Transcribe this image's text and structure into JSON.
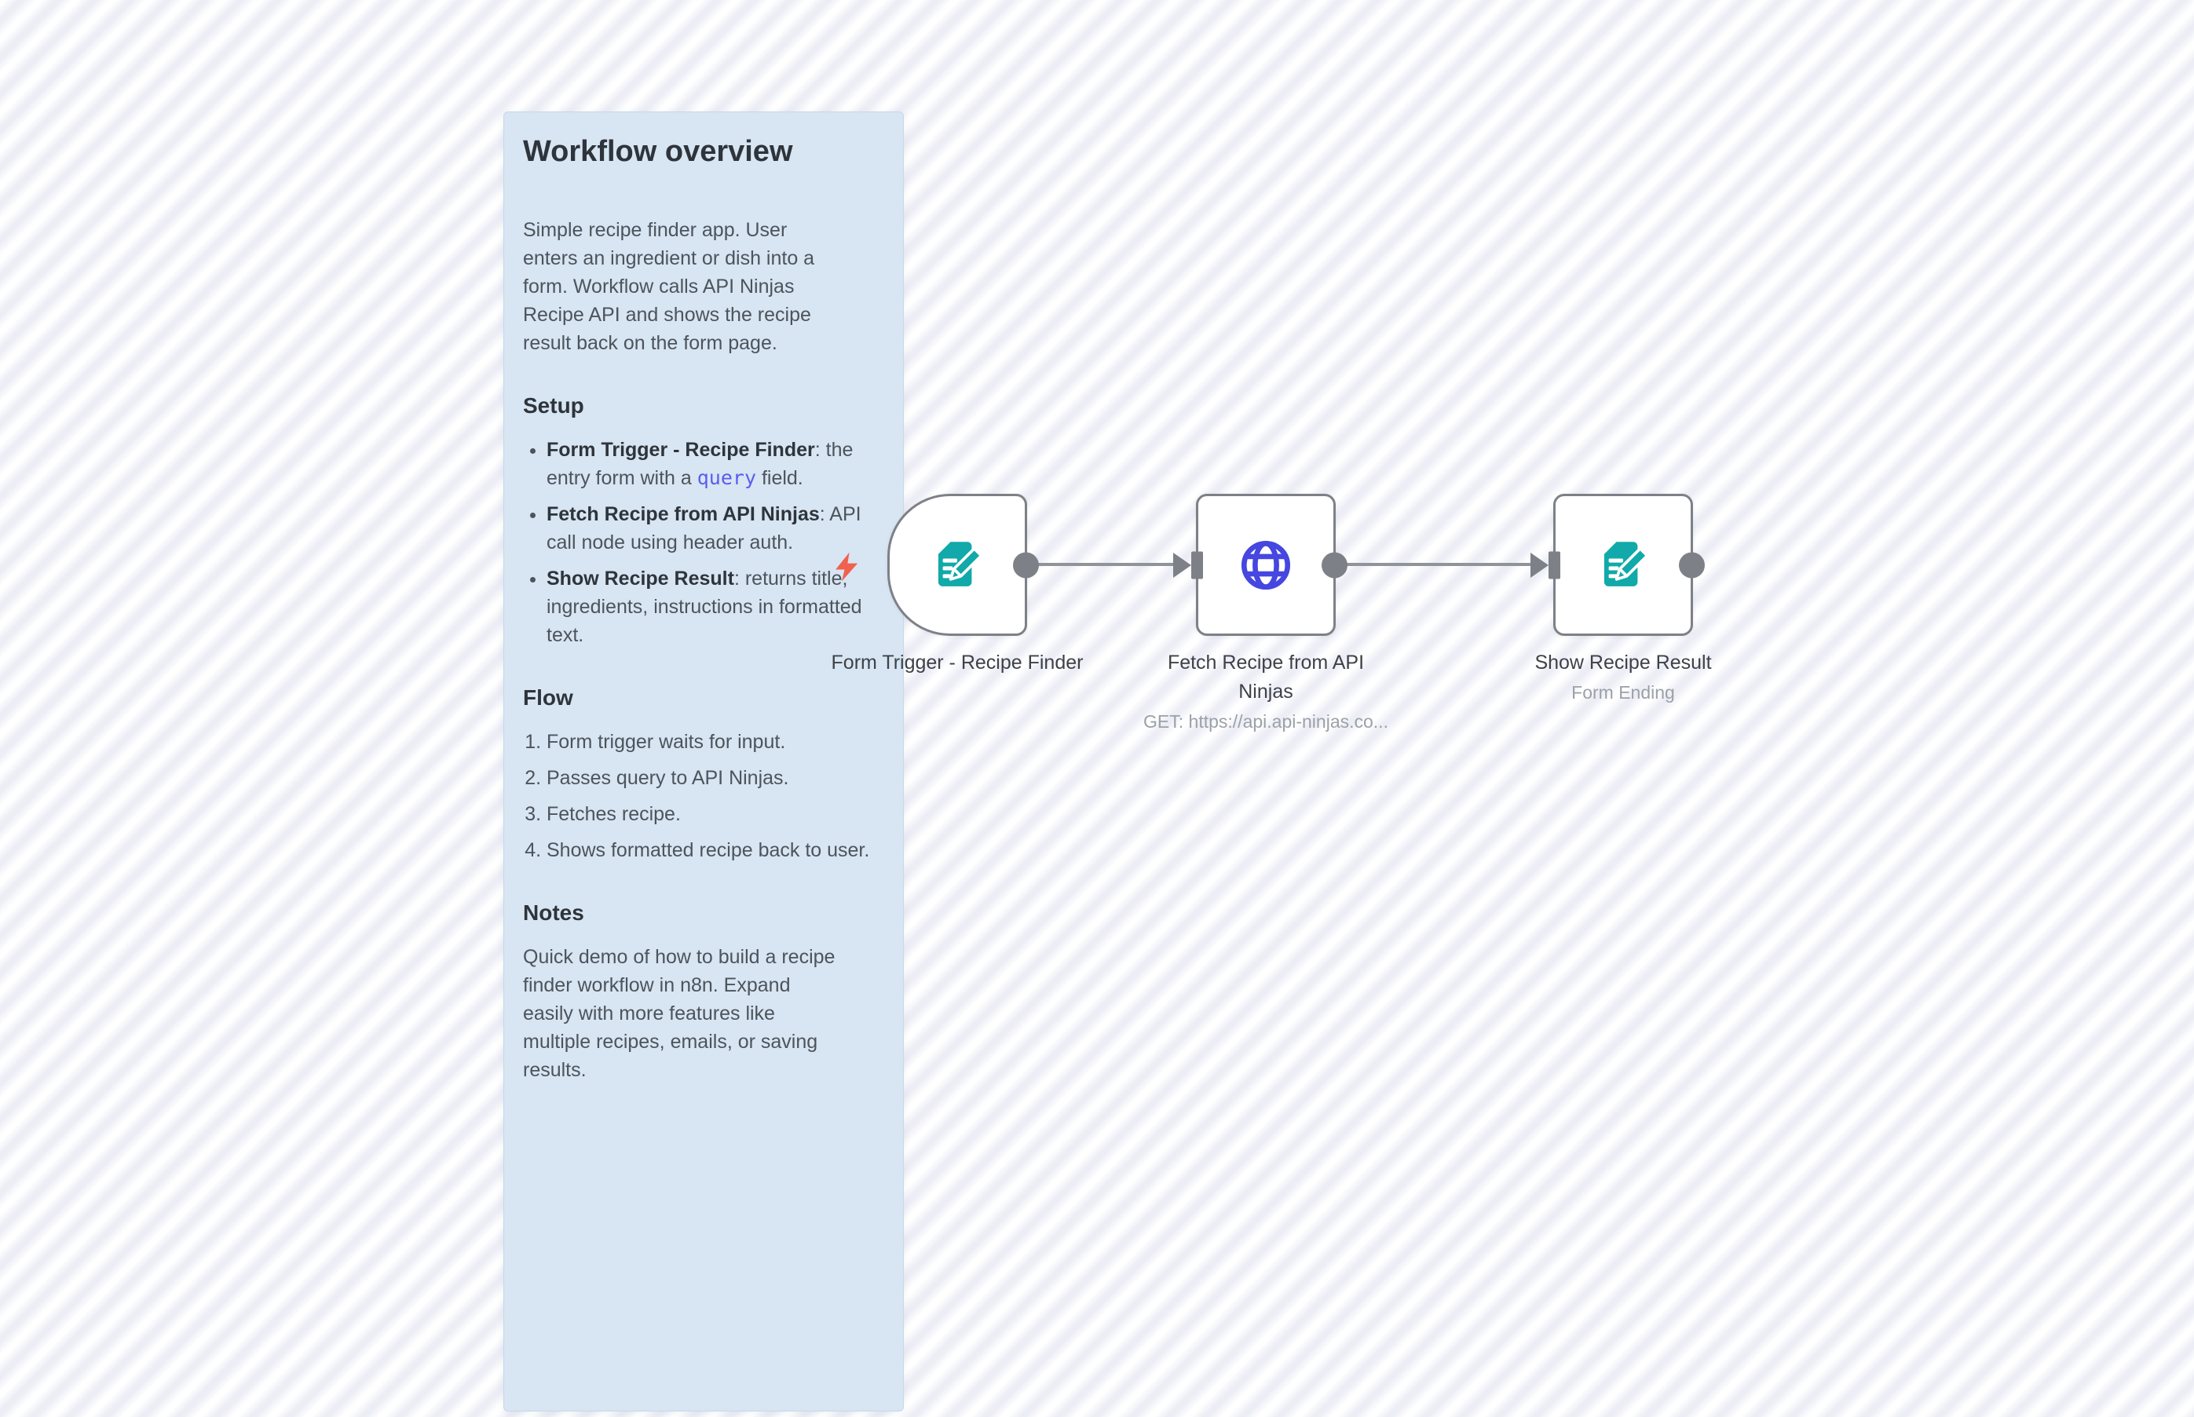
{
  "sticky_note": {
    "title": "Workflow overview",
    "intro": "Simple recipe finder app. User enters an ingredient or dish into a form. Workflow calls API Ninjas Recipe API and shows the recipe result back on the form page.",
    "setup": {
      "heading": "Setup",
      "items": [
        {
          "bold": "Form Trigger - Recipe Finder",
          "before_code": ": the entry form with a ",
          "code": "query",
          "after_code": " field."
        },
        {
          "bold": "Fetch Recipe from API Ninjas",
          "text": ": API call node using header auth."
        },
        {
          "bold": "Show Recipe Result",
          "text": ": returns title, ingredients, instructions in formatted text."
        }
      ]
    },
    "flow": {
      "heading": "Flow",
      "steps": [
        "Form trigger waits for input.",
        "Passes query to API Ninjas.",
        "Fetches recipe.",
        "Shows formatted recipe back to user."
      ]
    },
    "notes": {
      "heading": "Notes",
      "text": "Quick demo of how to build a recipe finder workflow in n8n. Expand easily with more features like multiple recipes, emails, or saving results."
    }
  },
  "nodes": [
    {
      "name": "Form Trigger - Recipe Finder",
      "subtitle": ""
    },
    {
      "name": "Fetch Recipe from API Ninjas",
      "subtitle": "GET: https://api.api-ninjas.co..."
    },
    {
      "name": "Show Recipe Result",
      "subtitle": "Form Ending"
    }
  ],
  "colors": {
    "sticky_background": "#d8e5f2",
    "inline_code": "#5b5cf0",
    "form_icon": "#11a9a9",
    "http_icon": "#4646e0",
    "trigger_bolt": "#f0614e",
    "node_border": "#7d8187",
    "connector": "#8f939a"
  }
}
